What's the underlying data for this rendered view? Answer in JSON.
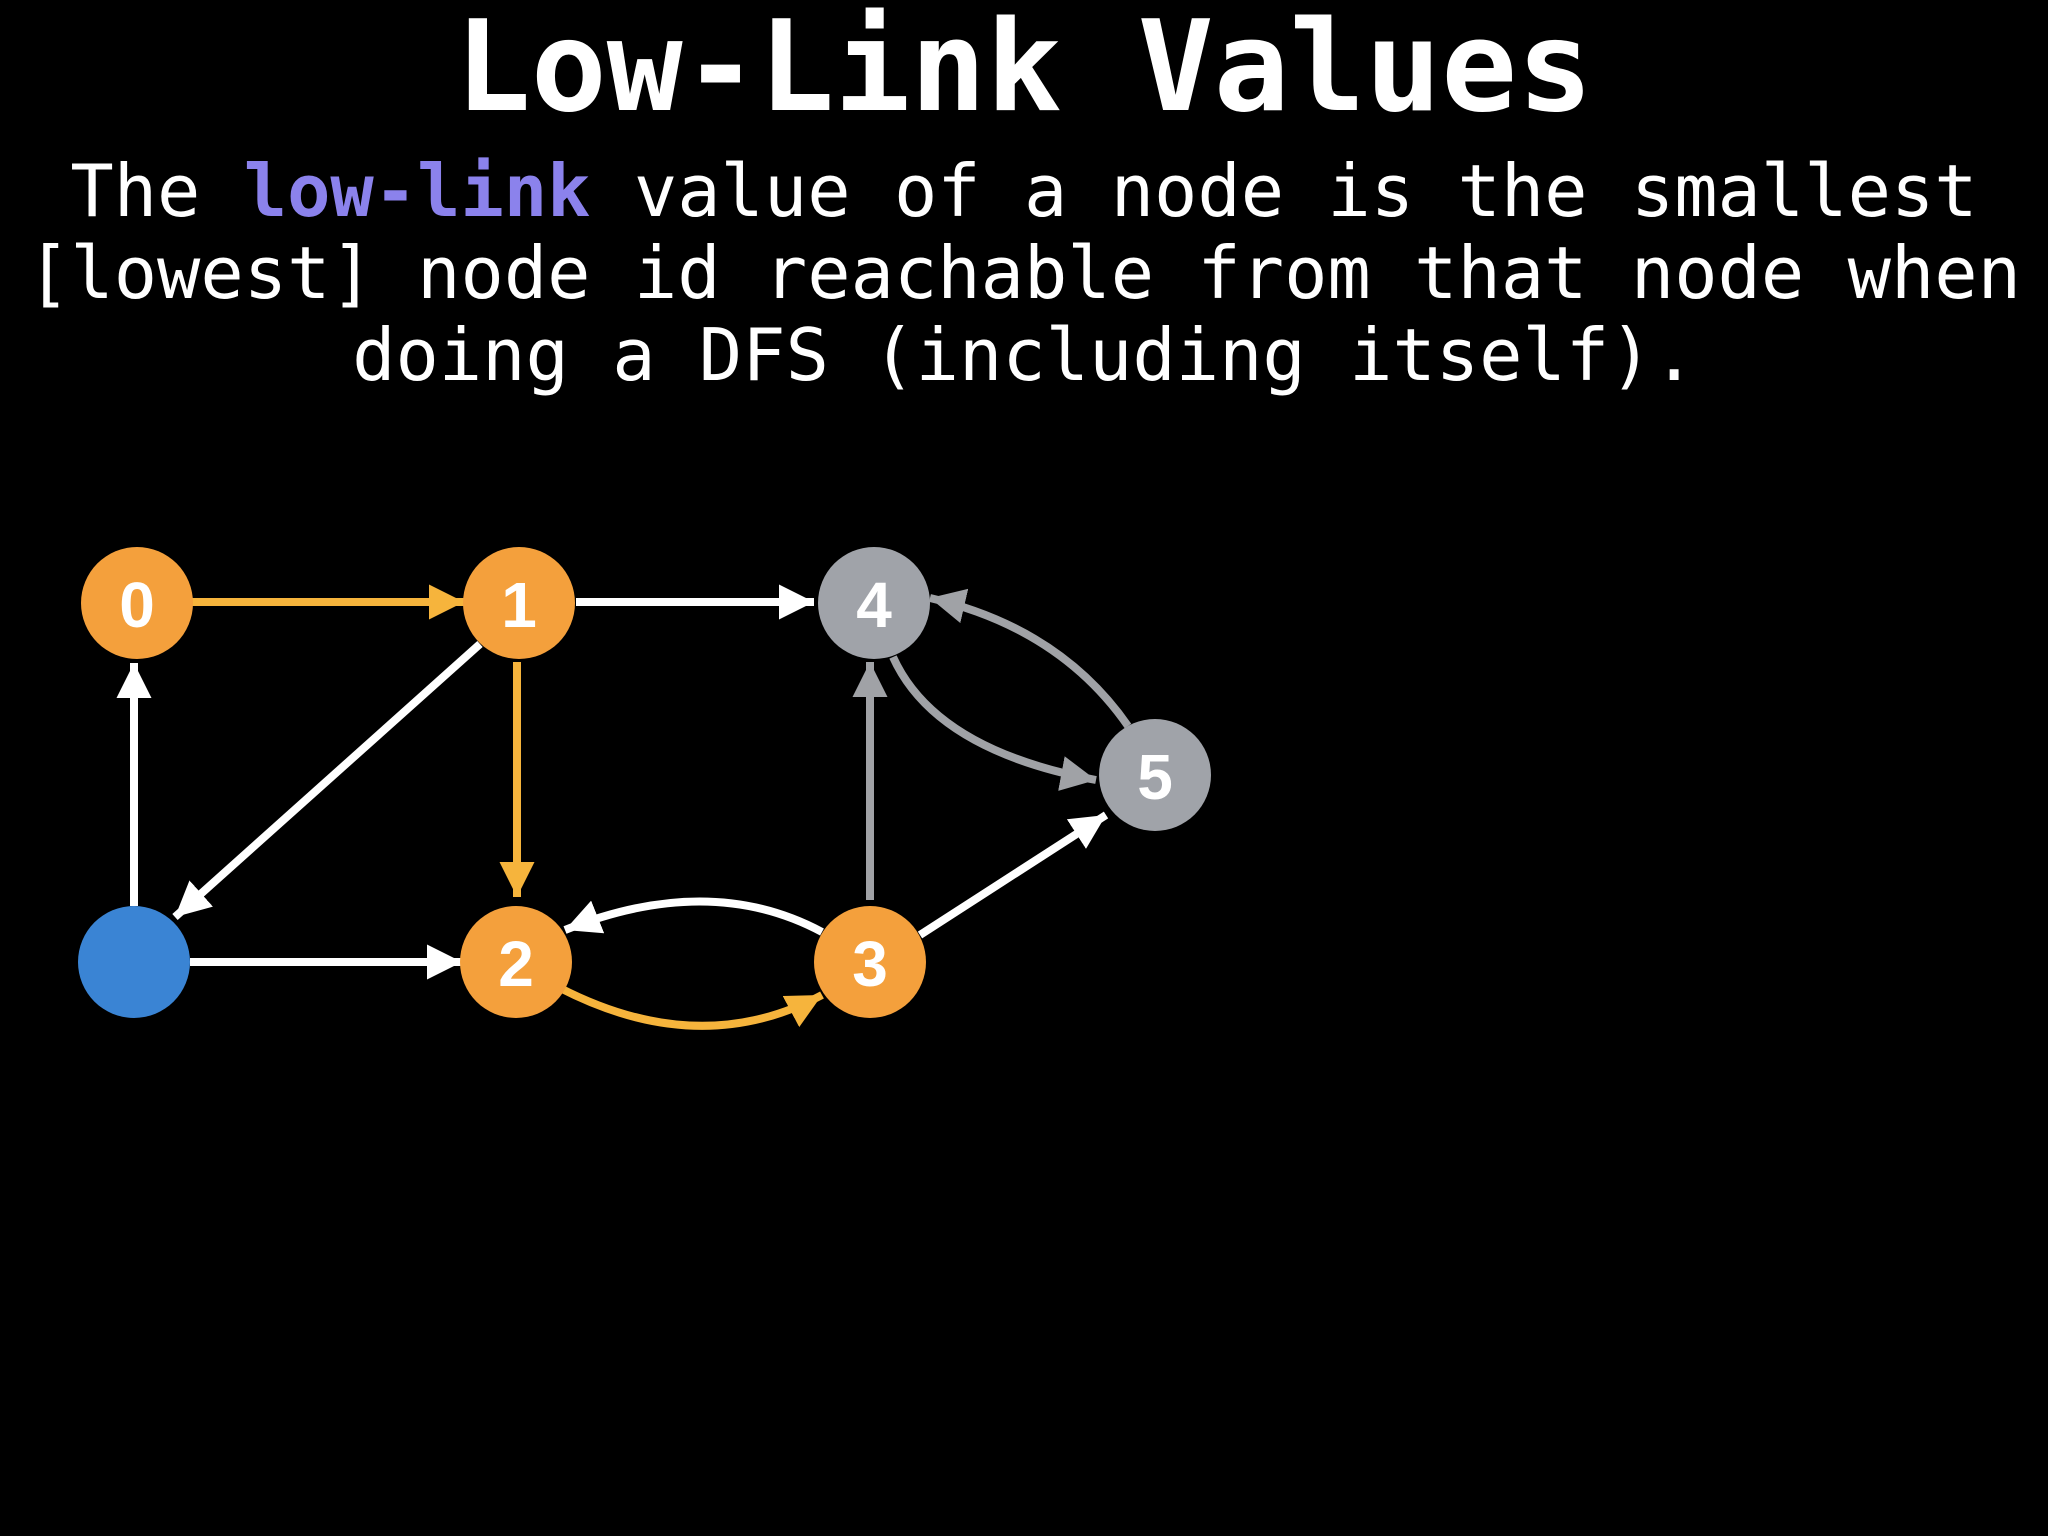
{
  "title": "Low-Link Values",
  "definition": {
    "line1_before": "The ",
    "term": "low-link",
    "line1_after": " value of a node is the smallest",
    "line2": "[lowest] node id reachable from that node when",
    "line3": "doing a DFS (including itself)."
  },
  "colors": {
    "background": "#000000",
    "text": "#ffffff",
    "term_highlight": "#8b82ec",
    "visited_node": "#f4a03c",
    "visited_edge": "#f6b43c",
    "current_node": "#3a84d4",
    "unvisited_node": "#a0a3a9",
    "unvisited_edge": "#a0a2a6",
    "default_edge": "#ffffff"
  },
  "graph": {
    "nodes": [
      {
        "id": "0",
        "label": "0",
        "state": "visited"
      },
      {
        "id": "1",
        "label": "1",
        "state": "visited"
      },
      {
        "id": "2",
        "label": "2",
        "state": "visited"
      },
      {
        "id": "3",
        "label": "3",
        "state": "visited"
      },
      {
        "id": "4",
        "label": "4",
        "state": "unvisited"
      },
      {
        "id": "5",
        "label": "5",
        "state": "unvisited"
      },
      {
        "id": "6",
        "label": "",
        "state": "current"
      }
    ],
    "edges": [
      {
        "from": "0",
        "to": "1",
        "state": "dfs"
      },
      {
        "from": "1",
        "to": "4",
        "state": "normal"
      },
      {
        "from": "1",
        "to": "2",
        "state": "dfs"
      },
      {
        "from": "1",
        "to": "6",
        "state": "normal"
      },
      {
        "from": "6",
        "to": "0",
        "state": "normal"
      },
      {
        "from": "6",
        "to": "2",
        "state": "normal"
      },
      {
        "from": "2",
        "to": "3",
        "state": "dfs"
      },
      {
        "from": "3",
        "to": "2",
        "state": "normal"
      },
      {
        "from": "3",
        "to": "4",
        "state": "unvisited"
      },
      {
        "from": "3",
        "to": "5",
        "state": "normal"
      },
      {
        "from": "4",
        "to": "5",
        "state": "unvisited"
      },
      {
        "from": "5",
        "to": "4",
        "state": "unvisited"
      }
    ]
  }
}
